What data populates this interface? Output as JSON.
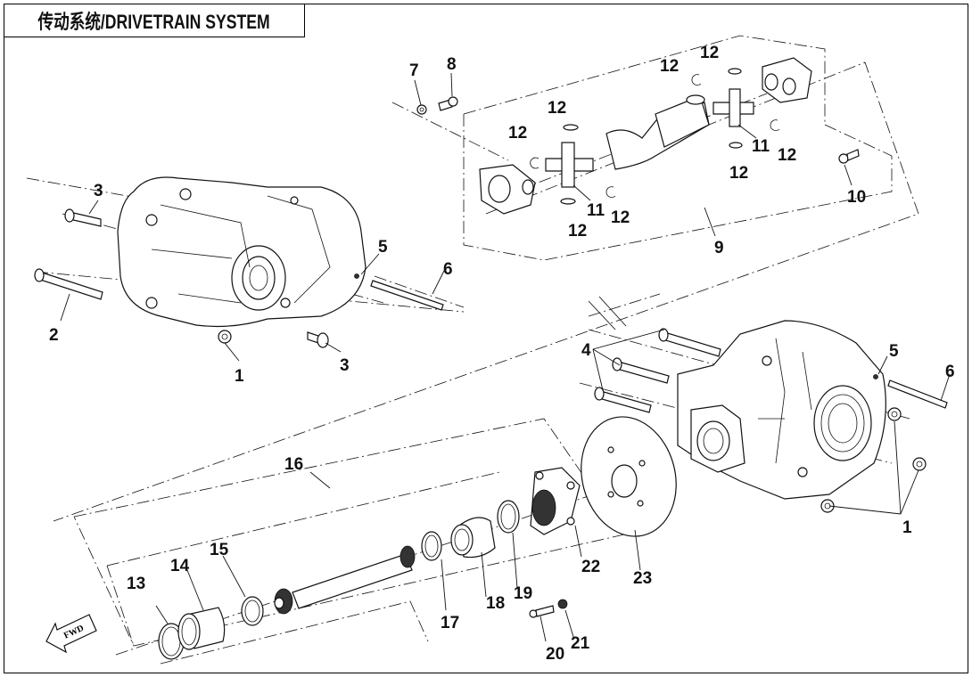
{
  "title": "传动系统/DRIVETRAIN SYSTEM",
  "fwd_label": "FWD",
  "callouts": [
    {
      "num": "1"
    },
    {
      "num": "1"
    },
    {
      "num": "2"
    },
    {
      "num": "3"
    },
    {
      "num": "3"
    },
    {
      "num": "4"
    },
    {
      "num": "5"
    },
    {
      "num": "5"
    },
    {
      "num": "6"
    },
    {
      "num": "6"
    },
    {
      "num": "7"
    },
    {
      "num": "8"
    },
    {
      "num": "9"
    },
    {
      "num": "10"
    },
    {
      "num": "11"
    },
    {
      "num": "11"
    },
    {
      "num": "12"
    },
    {
      "num": "12"
    },
    {
      "num": "12"
    },
    {
      "num": "12"
    },
    {
      "num": "12"
    },
    {
      "num": "12"
    },
    {
      "num": "12"
    },
    {
      "num": "12"
    },
    {
      "num": "13"
    },
    {
      "num": "14"
    },
    {
      "num": "15"
    },
    {
      "num": "16"
    },
    {
      "num": "17"
    },
    {
      "num": "18"
    },
    {
      "num": "19"
    },
    {
      "num": "20"
    },
    {
      "num": "21"
    },
    {
      "num": "22"
    },
    {
      "num": "23"
    }
  ]
}
